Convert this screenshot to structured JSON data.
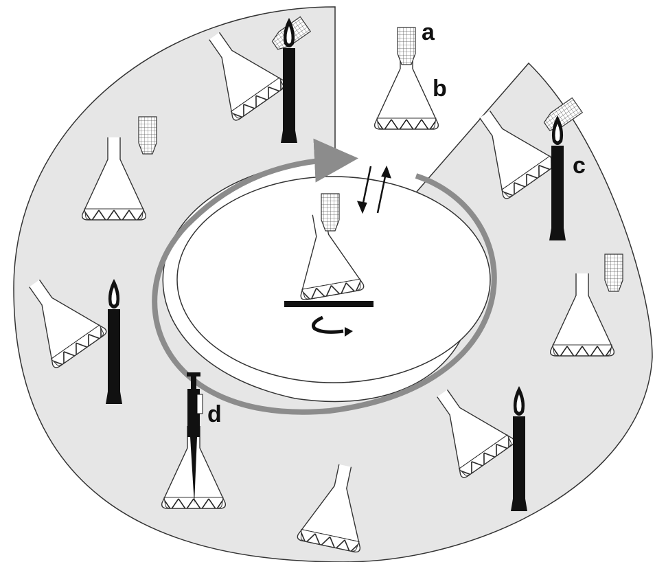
{
  "labels": {
    "a": "a",
    "b": "b",
    "c": "c",
    "d": "d"
  },
  "colors": {
    "ring_fill": "#e6e6e6",
    "arrow": "#8c8c8c",
    "ink": "#111111"
  },
  "icons": [
    "cotton-plug-icon",
    "flask-icon",
    "candle-flame-icon",
    "pipette-icon",
    "swap-arrows-icon",
    "rotation-arrow-icon",
    "shaker-platform-icon"
  ]
}
